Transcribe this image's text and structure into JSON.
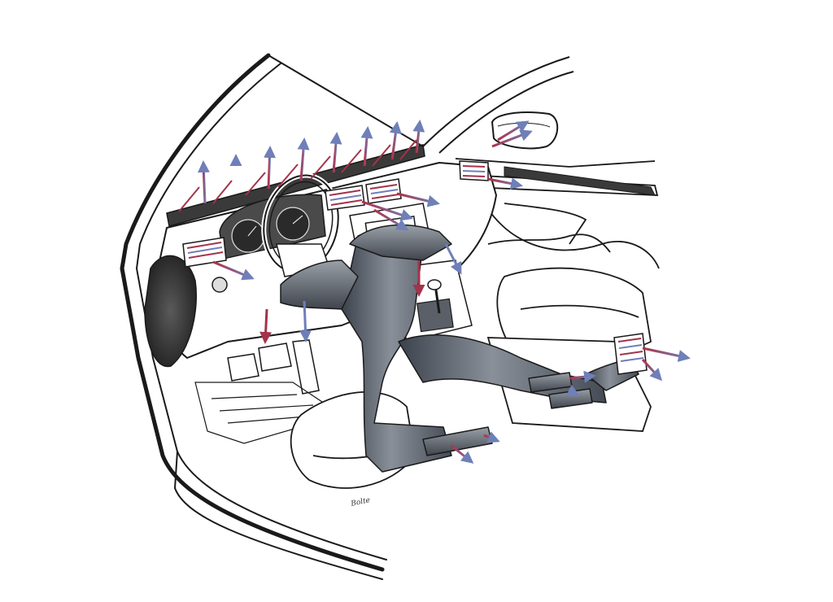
{
  "illustration": {
    "signature": "Bolte"
  },
  "colors": {
    "background": "#ffffff",
    "line": "#1a1a1a",
    "duct_dark": "#454b55",
    "duct_mid": "#6d737d",
    "duct_light": "#9aa0a8",
    "trim_dark": "#3a3a3a",
    "airflow_red": "#a3334a",
    "airflow_blue": "#6f7fb8"
  },
  "icons": [
    "windshield-defrost-arrows",
    "side-vent-arrows",
    "center-vent-arrows",
    "footwell-arrows",
    "rear-vent-arrows"
  ]
}
